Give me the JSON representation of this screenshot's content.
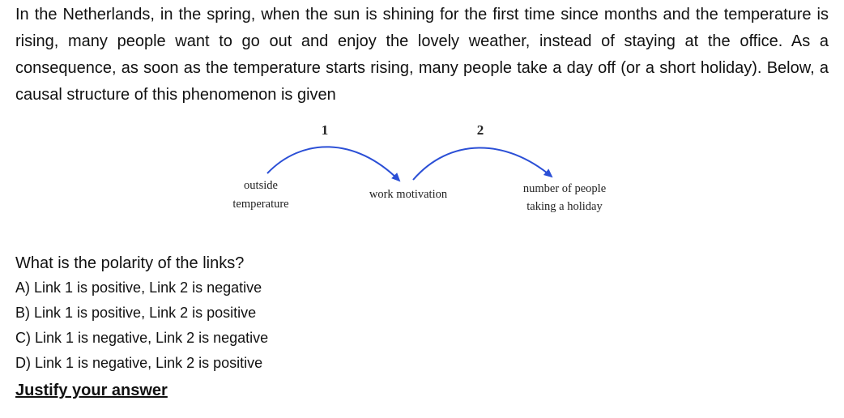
{
  "intro_text": "In the Netherlands, in the spring, when the sun is shining for the first time since months and the temperature is rising, many people want to go out and enjoy the lovely weather, instead of staying at the office. As a consequence, as soon as the temperature starts rising, many people take a day off (or a short holiday). Below, a causal structure of this phenomenon is given",
  "diagram": {
    "link_1_label": "1",
    "link_2_label": "2",
    "variables": {
      "outside_temperature": [
        "outside",
        "temperature"
      ],
      "work_motivation": "work motivation",
      "people_holiday": [
        "number of people",
        "taking a holiday"
      ]
    },
    "arrow_color": "#2b4fd6",
    "link_1": {
      "from": "outside temperature",
      "to": "work motivation"
    },
    "link_2": {
      "from": "work motivation",
      "to": "number of people taking a holiday"
    }
  },
  "question": {
    "prompt": "What is the polarity of the links?",
    "options": [
      "A) Link 1 is positive, Link 2 is negative",
      "B) Link 1 is positive, Link 2 is positive",
      "C) Link 1 is negative, Link 2 is negative",
      "D) Link 1 is negative, Link 2 is positive"
    ],
    "justify_label": "Justify your answer"
  }
}
